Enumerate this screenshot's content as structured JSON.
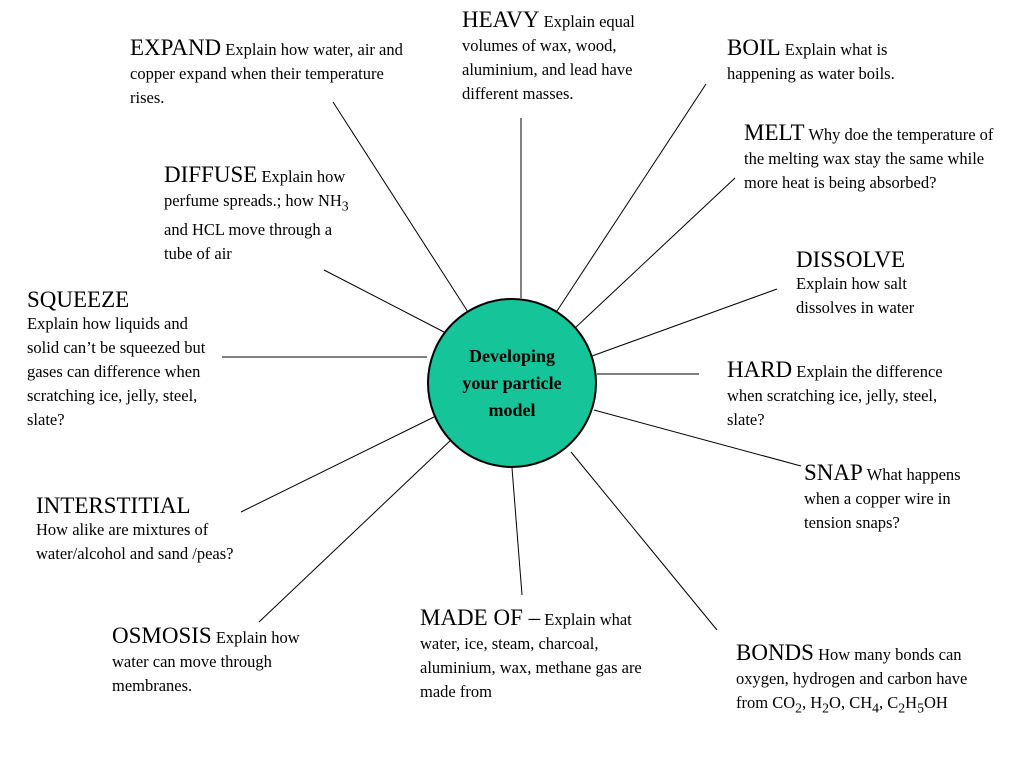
{
  "center": {
    "label": "Developing your particle model",
    "fill": "#16c49a"
  },
  "topics": {
    "expand": {
      "keyword": "EXPAND",
      "text": "Explain how water, air and copper expand when their temperature rises."
    },
    "heavy": {
      "keyword": "HEAVY",
      "text": "Explain equal volumes of wax, wood, aluminium, and lead  have different masses."
    },
    "boil": {
      "keyword": "BOIL",
      "text": "Explain what is happening as water boils."
    },
    "melt": {
      "keyword": "MELT",
      "text": "Why doe the temperature of the melting wax stay the same while more heat is being absorbed?"
    },
    "diffuse": {
      "keyword": "DIFFUSE",
      "text_before": "Explain how perfume spreads.; how NH",
      "sub": "3",
      "text_after": " and HCL move through a tube of air"
    },
    "dissolve": {
      "keyword": "DISSOLVE",
      "text": "Explain how salt dissolves in water"
    },
    "squeeze": {
      "keyword": "SQUEEZE",
      "text": "Explain how liquids and solid can’t be squeezed but gases can difference when scratching ice, jelly, steel, slate?"
    },
    "hard": {
      "keyword": "HARD",
      "text": "Explain the difference when scratching ice, jelly, steel, slate?"
    },
    "snap": {
      "keyword": "SNAP",
      "text": "What happens when a copper wire in tension snaps?"
    },
    "interstitial": {
      "keyword": "INTERSTITIAL",
      "text": "How alike are mixtures of water/alcohol and sand /peas?"
    },
    "osmosis": {
      "keyword": "OSMOSIS",
      "text": "Explain how water can move through membranes."
    },
    "made_of": {
      "keyword": "MADE OF –",
      "text": "Explain what water, ice, steam, charcoal, aluminium, wax, methane gas are made from"
    },
    "bonds": {
      "keyword": "BONDS",
      "t1": "How many bonds can oxygen, hydrogen and carbon have from CO",
      "s1": "2",
      "t2": ", H",
      "s2": "2",
      "t3": "O, CH",
      "s3": "4",
      "t4": ", C",
      "s4": "2",
      "t5": "H",
      "s5": "5",
      "t6": "OH"
    }
  }
}
